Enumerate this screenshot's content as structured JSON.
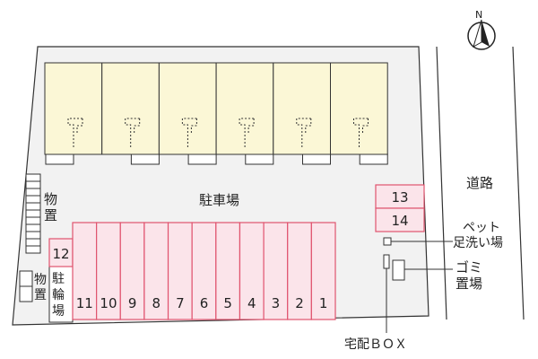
{
  "compass": {
    "north_label": "N"
  },
  "labels": {
    "parking_area": "駐車場",
    "road": "道路",
    "storage_left": [
      "物",
      "置"
    ],
    "storage_bottom": [
      "物",
      "置"
    ],
    "bicycle_parking": [
      "駐",
      "輪",
      "場"
    ],
    "pet_wash": [
      "ペット",
      "足洗い場"
    ],
    "garbage": [
      "ゴミ",
      "置場"
    ],
    "delivery_box": "宅配ＢＯＸ"
  },
  "parking_bottom_row": [
    "11",
    "10",
    "9",
    "8",
    "7",
    "6",
    "5",
    "4",
    "3",
    "2",
    "1"
  ],
  "parking_left": "12",
  "parking_right": [
    "13",
    "14"
  ],
  "colors": {
    "site_fill": "#f2f2f2",
    "building_fill": "#fbf7d6",
    "parking_fill": "#fbe4ea",
    "parking_stroke": "#e0546f",
    "line": "#333333"
  }
}
